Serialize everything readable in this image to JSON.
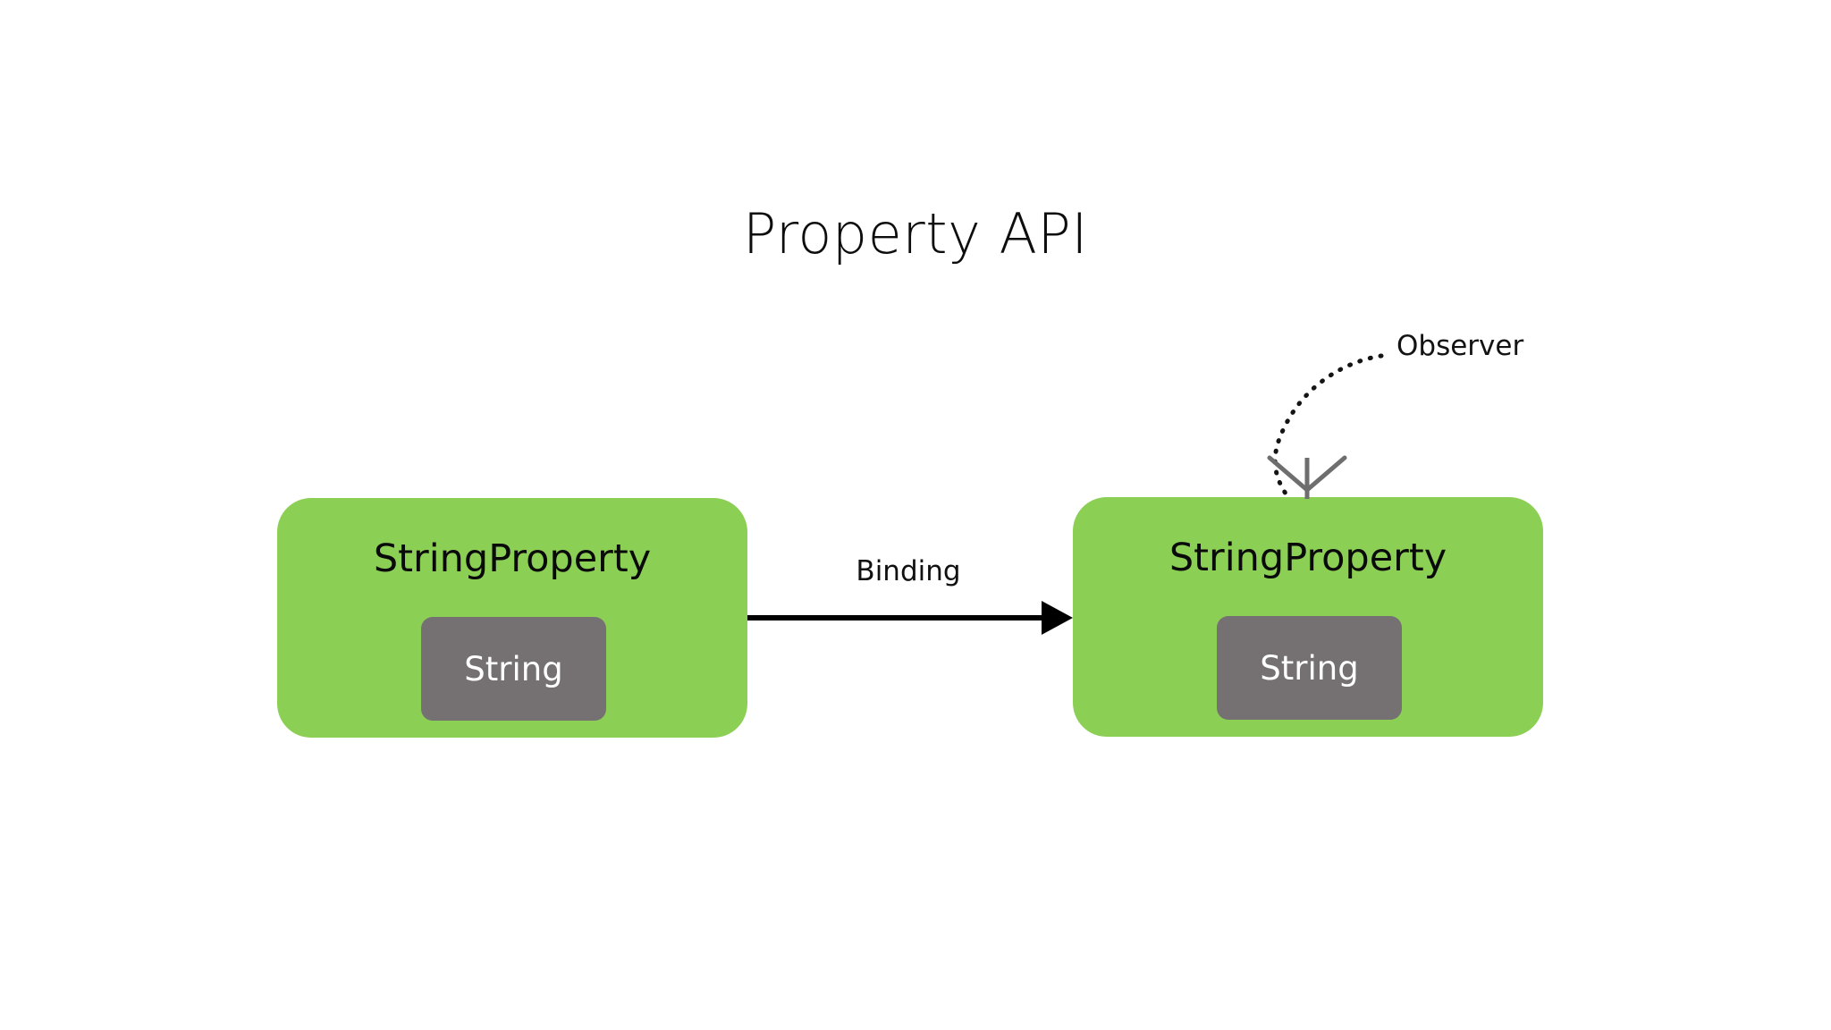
{
  "page": {
    "title": "Property API",
    "background_color": "#ffffff"
  },
  "colors": {
    "card_green": "#8ccf55",
    "value_gray": "#757173",
    "value_text": "#ffffff",
    "title_text": "#0d0d0d",
    "binding_arrow": "#000000",
    "observer_arrow": "#6e6e6e",
    "observer_leader": "#111111"
  },
  "diagram": {
    "type": "flow-diagram",
    "nodes": [
      {
        "id": "source-property",
        "title": "StringProperty",
        "value_type": "String",
        "fill": "#8ccf55",
        "value_fill": "#757173"
      },
      {
        "id": "target-property",
        "title": "StringProperty",
        "value_type": "String",
        "fill": "#8ccf55",
        "value_fill": "#757173"
      }
    ],
    "connectors": [
      {
        "id": "binding",
        "label": "Binding",
        "from": "source-property",
        "to": "target-property",
        "style": "solid-arrow",
        "color": "#000000"
      },
      {
        "id": "observer",
        "label": "Observer",
        "attached_to": "target-property",
        "style": "dotted-leader-with-open-arrow",
        "color": "#6e6e6e"
      }
    ]
  }
}
